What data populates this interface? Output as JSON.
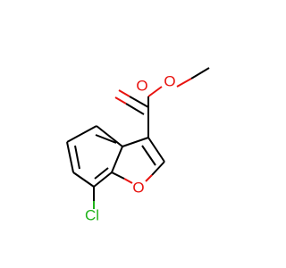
{
  "molecule": {
    "atoms": {
      "carbonyl_oxygen": {
        "symbol": "O",
        "color": "#e8130f"
      },
      "ester_oxygen": {
        "symbol": "O",
        "color": "#e8130f"
      },
      "ring_oxygen": {
        "symbol": "O",
        "color": "#e8130f"
      },
      "chlorine": {
        "symbol": "Cl",
        "color": "#21b31c"
      }
    },
    "bond_color": "#000000"
  }
}
